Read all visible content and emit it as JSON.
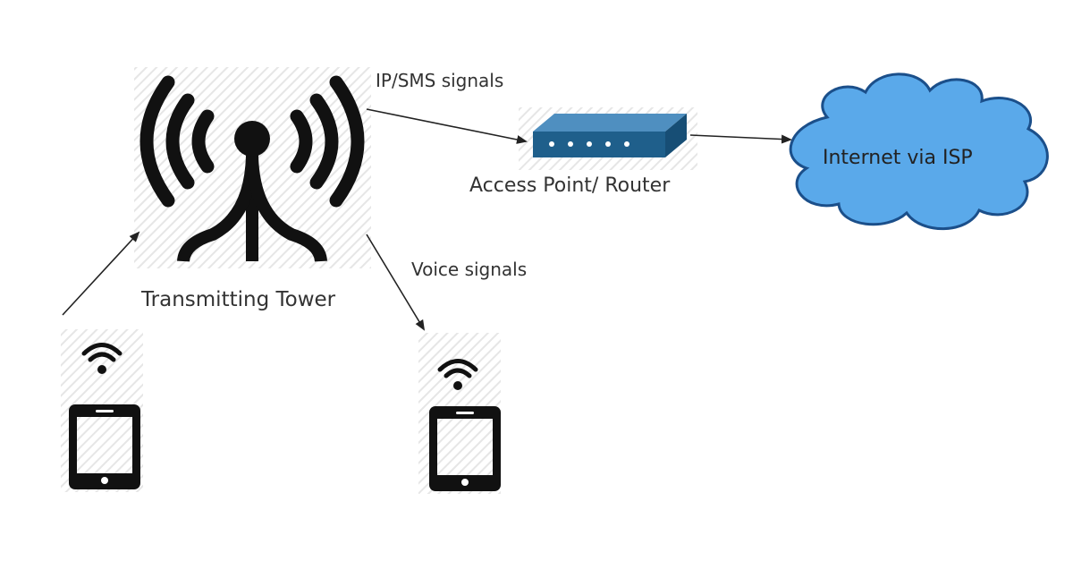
{
  "labels": {
    "ip_sms_signals": "IP/SMS signals",
    "access_point_router": "Access Point/ Router",
    "voice_signals": "Voice signals",
    "transmitting_tower": "Transmitting Tower",
    "internet_via_isp": "Internet via ISP"
  },
  "icons": {
    "tower": "transmitting-tower-icon",
    "router": "router-icon",
    "cloud": "cloud-icon",
    "phone_left": "smartphone-icon",
    "phone_right": "smartphone-icon",
    "wifi": "wifi-icon"
  },
  "colors": {
    "router_blue": "#1f5f8b",
    "cloud_fill": "#5aa9ea",
    "cloud_stroke": "#1b4f8a",
    "icon_black": "#111111"
  }
}
